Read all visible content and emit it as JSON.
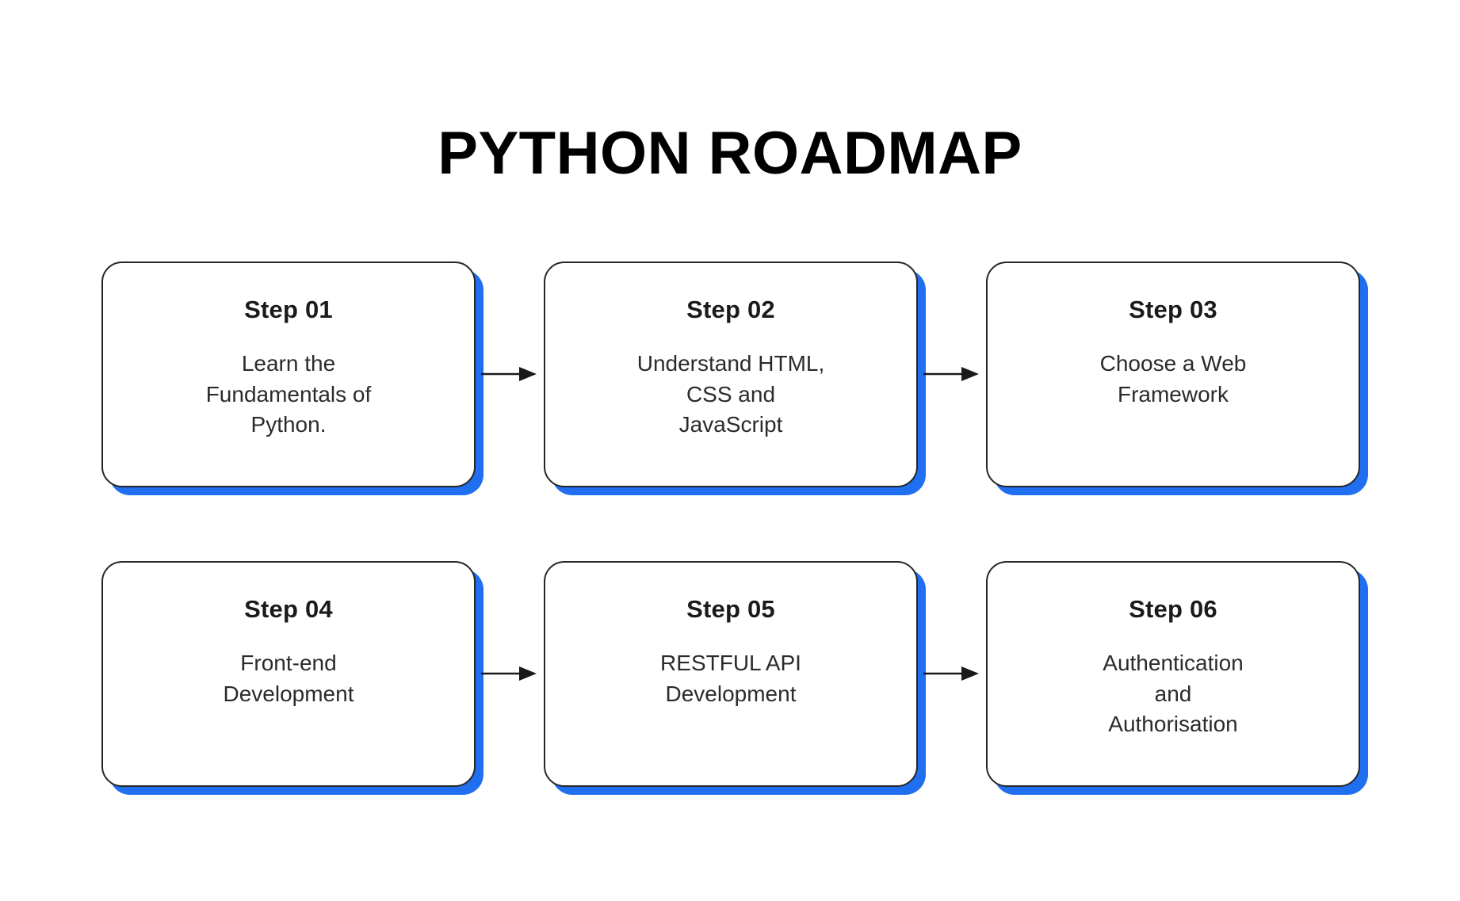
{
  "title": "PYTHON ROADMAP",
  "theme": {
    "accent_blue": "#1f6ff0",
    "card_border": "#262626",
    "background": "#ffffff",
    "text": "#1a1a1a"
  },
  "arrow_icon_name": "arrow-right-icon",
  "rows": [
    {
      "cards": [
        {
          "step": "Step 01",
          "desc": "Learn the\nFundamentals of\nPython."
        },
        {
          "step": "Step 02",
          "desc": "Understand HTML,\nCSS and\nJavaScript"
        },
        {
          "step": "Step 03",
          "desc": "Choose a Web\nFramework"
        }
      ]
    },
    {
      "cards": [
        {
          "step": "Step 04",
          "desc": "Front-end\nDevelopment"
        },
        {
          "step": "Step 05",
          "desc": "RESTFUL API\nDevelopment"
        },
        {
          "step": "Step 06",
          "desc": "Authentication\nand\nAuthorisation"
        }
      ]
    }
  ]
}
